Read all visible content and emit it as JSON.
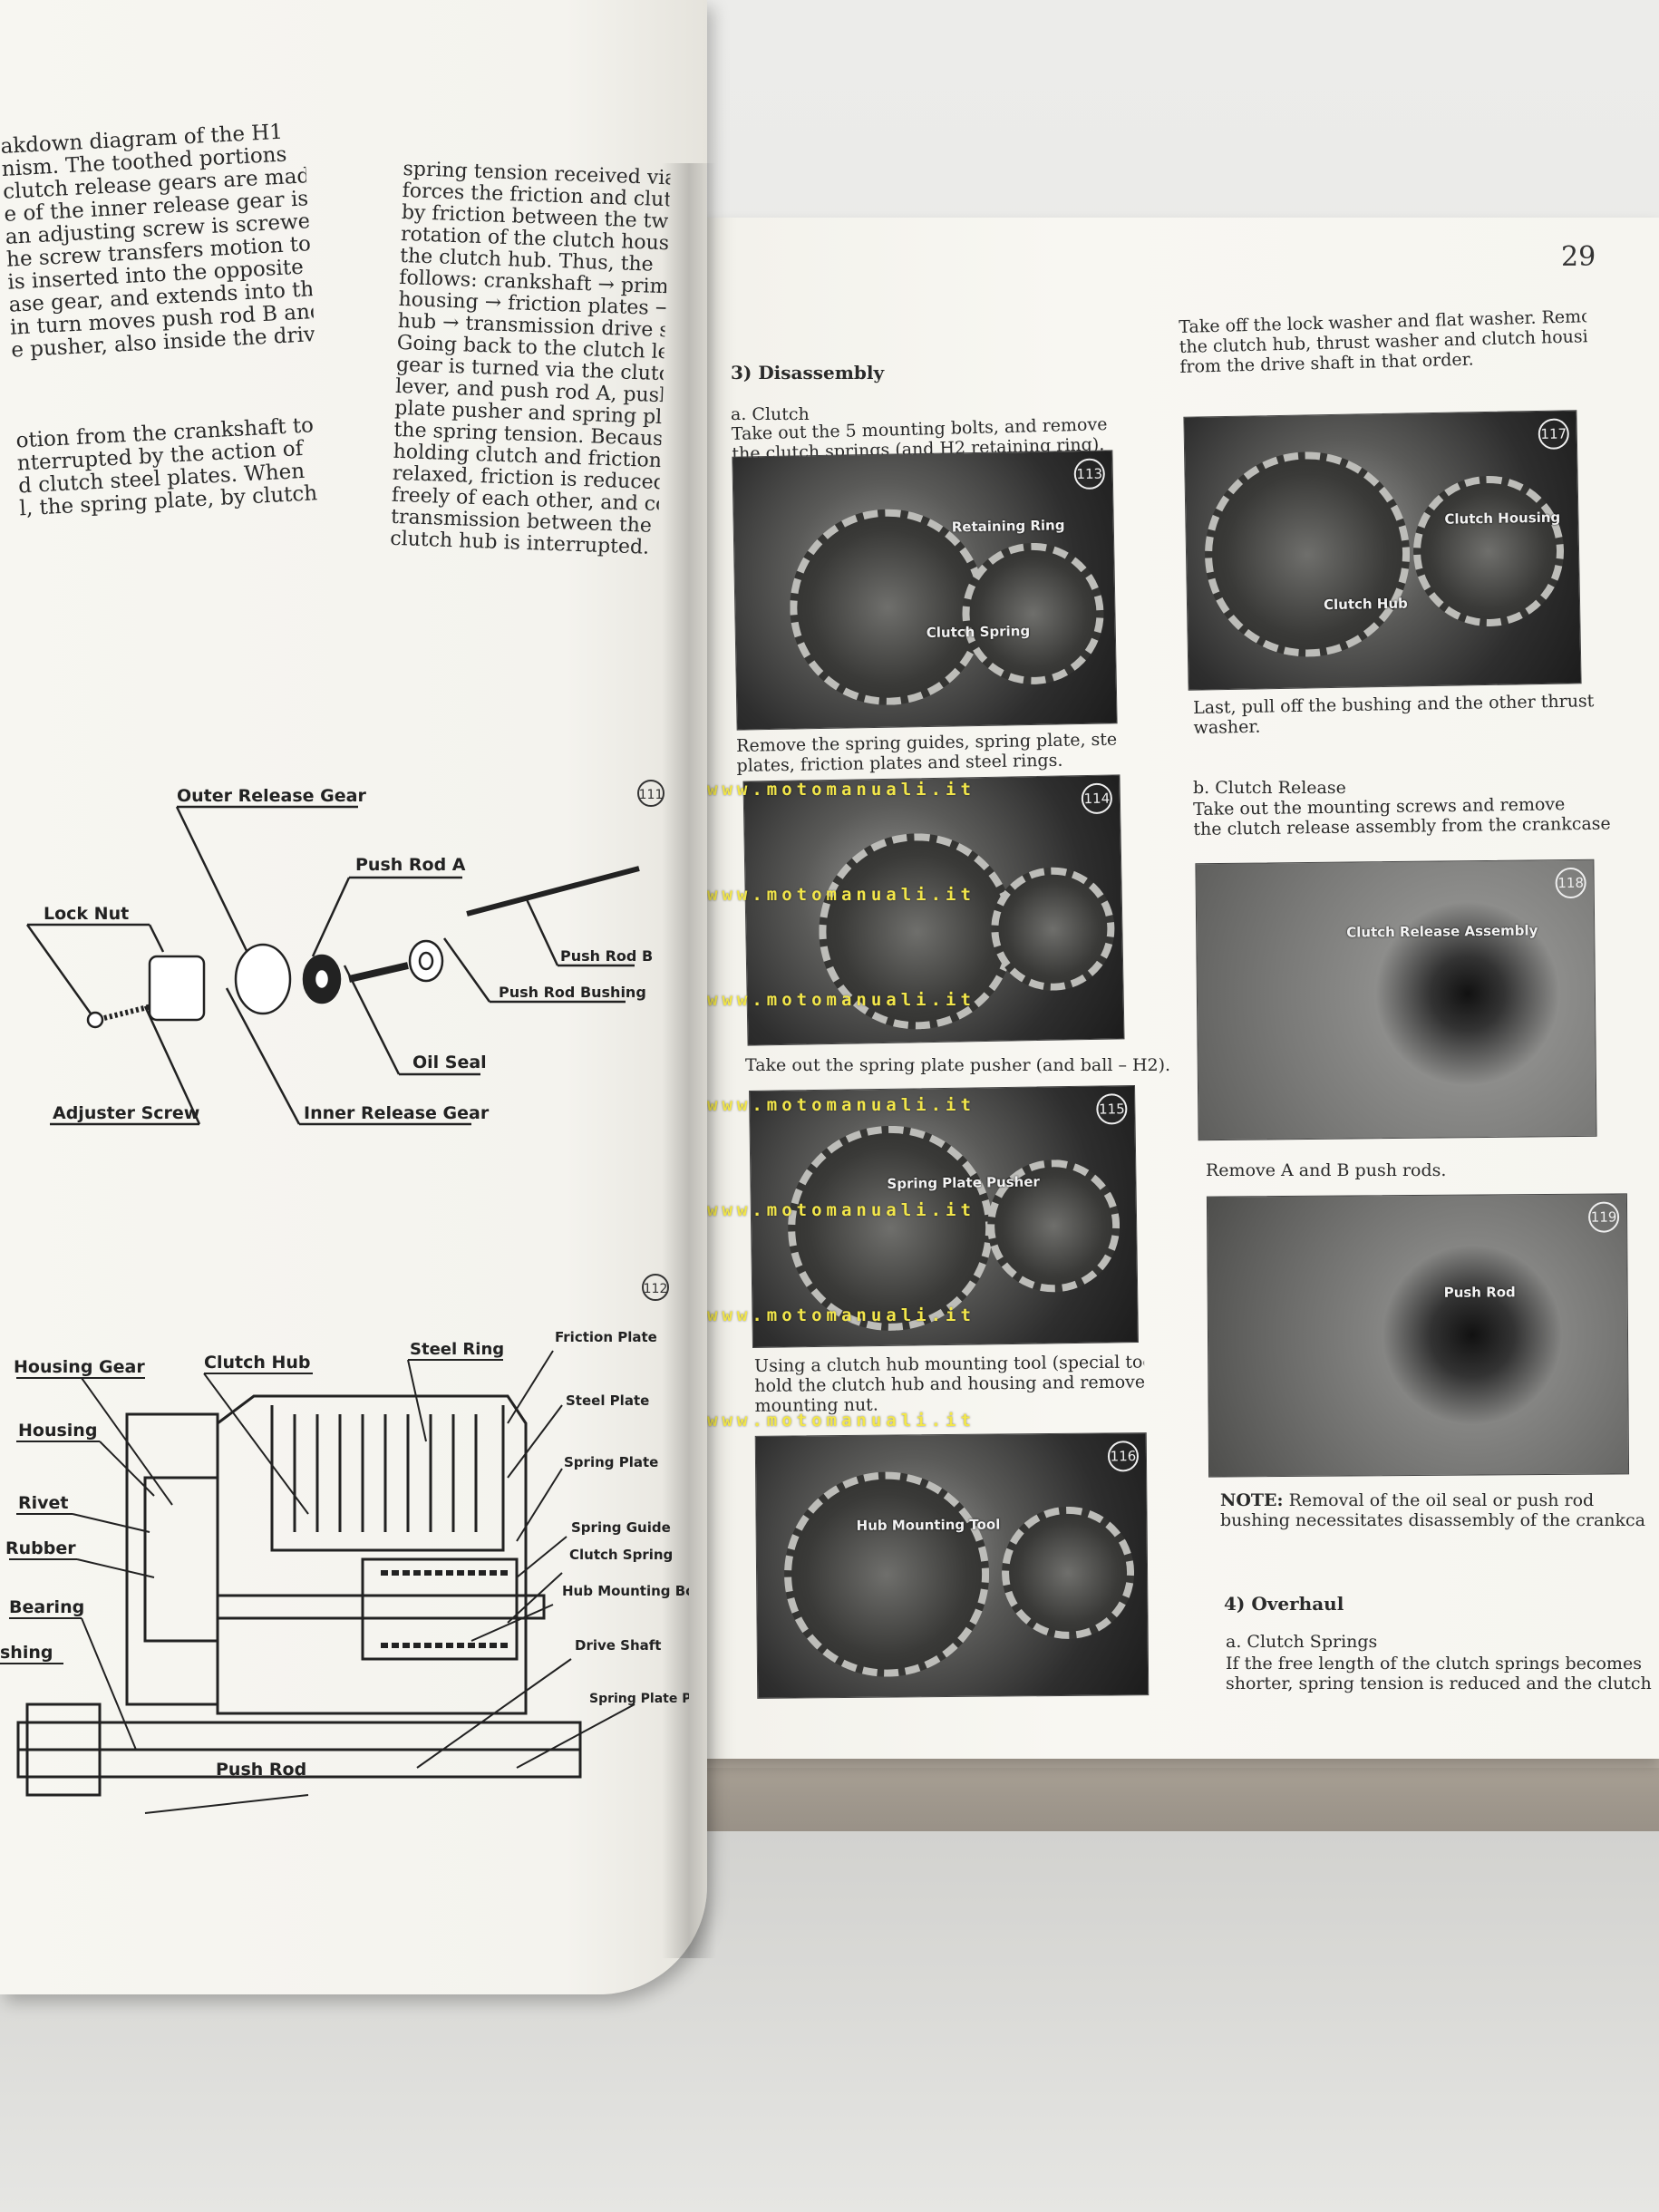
{
  "left_page": {
    "col1_lines": [
      "akdown diagram of the H1",
      "nism.  The toothed portions",
      " clutch release gears are made",
      "e of the inner release gear is",
      " an adjusting screw is screwed",
      "he screw transfers motion to",
      "is inserted into the opposite",
      "ase gear, and extends into the",
      "in turn moves push rod B and",
      "e pusher, also inside the drive",
      "",
      "",
      "otion from the crankshaft to",
      "nterrupted by the action of",
      "d clutch steel plates.  When",
      "l, the spring plate, by clutch"
    ],
    "col2_lines": [
      "spring  tension  received  via  the",
      "forces the friction and clutch plates",
      "by friction between the two sets",
      "rotation of the clutch housing",
      "the  clutch  hub.   Thus,  the",
      "follows:   crankshaft → primary",
      "housing → friction plates → steel",
      "hub → transmission drive shaft.",
      "    Going back to the clutch lever,",
      "gear is turned via the clutch cable",
      "lever, and push rod A, push rod B,",
      "plate pusher and spring plate are",
      "the  spring  tension.   Because",
      "holding  clutch  and  friction  plates",
      "relaxed, friction is reduced so the",
      "freely  of  each  other,  and  conse",
      "transmission between the clutch",
      "clutch hub is interrupted."
    ],
    "diagram1": {
      "number": "111",
      "labels": {
        "outer_release_gear": "Outer Release Gear",
        "push_rod_a": "Push Rod A",
        "lock_nut": "Lock Nut",
        "push_rod_b": "Push Rod B",
        "push_rod_bushing": "Push Rod Bushing",
        "oil_seal": "Oil Seal",
        "adjuster_screw": "Adjuster Screw",
        "inner_release_gear": "Inner Release Gear"
      }
    },
    "diagram2": {
      "number": "112",
      "labels": {
        "housing_gear": "Housing Gear",
        "clutch_hub": "Clutch Hub",
        "steel_ring": "Steel Ring",
        "friction_plate": "Friction Plate",
        "steel_plate": "Steel Plate",
        "housing": "Housing",
        "spring_plate": "Spring Plate",
        "rivet": "Rivet",
        "spring_guide": "Spring Guide",
        "clutch_spring": "Clutch Spring",
        "rubber": "Rubber",
        "hub_mounting_bolt": "Hub Mounting Bolt",
        "bearing": "Bearing",
        "drive_shaft": "Drive Shaft",
        "bushing": "shing",
        "spring_plate_pusher": "Spring Plate Pusher",
        "push_rod": "Push Rod"
      }
    }
  },
  "right_page": {
    "page_number": "29",
    "section_disassembly": "3) Disassembly",
    "sub_clutch": "a.  Clutch",
    "p_clutch": [
      "    Take out the 5 mounting bolts, and remove",
      "the clutch springs (and H2 retaining ring)."
    ],
    "photo113": {
      "number": "113",
      "cap1": "Retaining Ring",
      "cap2": "Clutch Spring"
    },
    "p_remove_guides": [
      "Remove  the  spring  guides,  spring  plate,  steel",
      "plates,  friction  plates  and  steel  rings."
    ],
    "photo114": {
      "number": "114"
    },
    "p_pusher": "Take out the spring plate pusher (and ball – H2).",
    "photo115": {
      "number": "115",
      "cap1": "Spring Plate Pusher"
    },
    "p_hubtool": [
      "Using a clutch hub mounting tool (special tool),",
      "hold the clutch hub and housing and remove the",
      "mounting nut."
    ],
    "photo116": {
      "number": "116",
      "cap1": "Hub Mounting Tool"
    },
    "p_lockwasher": [
      "Take off the lock washer and flat washer.  Remove",
      "the clutch hub, thrust washer and clutch housing",
      "from the drive shaft in that order."
    ],
    "photo117": {
      "number": "117",
      "cap1": "Clutch Housing",
      "cap2": "Clutch Hub"
    },
    "p_bushing": [
      "Last,  pull  off  the  bushing  and  the  other  thrust",
      "washer."
    ],
    "sub_release": "b.  Clutch Release",
    "p_release": [
      "    Take  out  the  mounting  screws  and  remove",
      "the clutch release assembly from the crankcase."
    ],
    "photo118": {
      "number": "118",
      "cap1": "Clutch Release Assembly"
    },
    "p_pushrods": "Remove  A  and  B  push  rods.",
    "photo119": {
      "number": "119",
      "cap1": "Push Rod"
    },
    "note_label": "NOTE:",
    "note_text": " Removal  of  the  oil  seal  or  push  rod",
    "note_text2": "bushing necessitates disassembly of the crankcase.",
    "section_overhaul": "4) Overhaul",
    "sub_springs": "a.  Clutch Springs",
    "p_springs": [
      "    If the free length of the clutch springs becomes",
      "shorter, spring tension is reduced and the clutch"
    ]
  },
  "watermark": "www.motomanuali.it"
}
